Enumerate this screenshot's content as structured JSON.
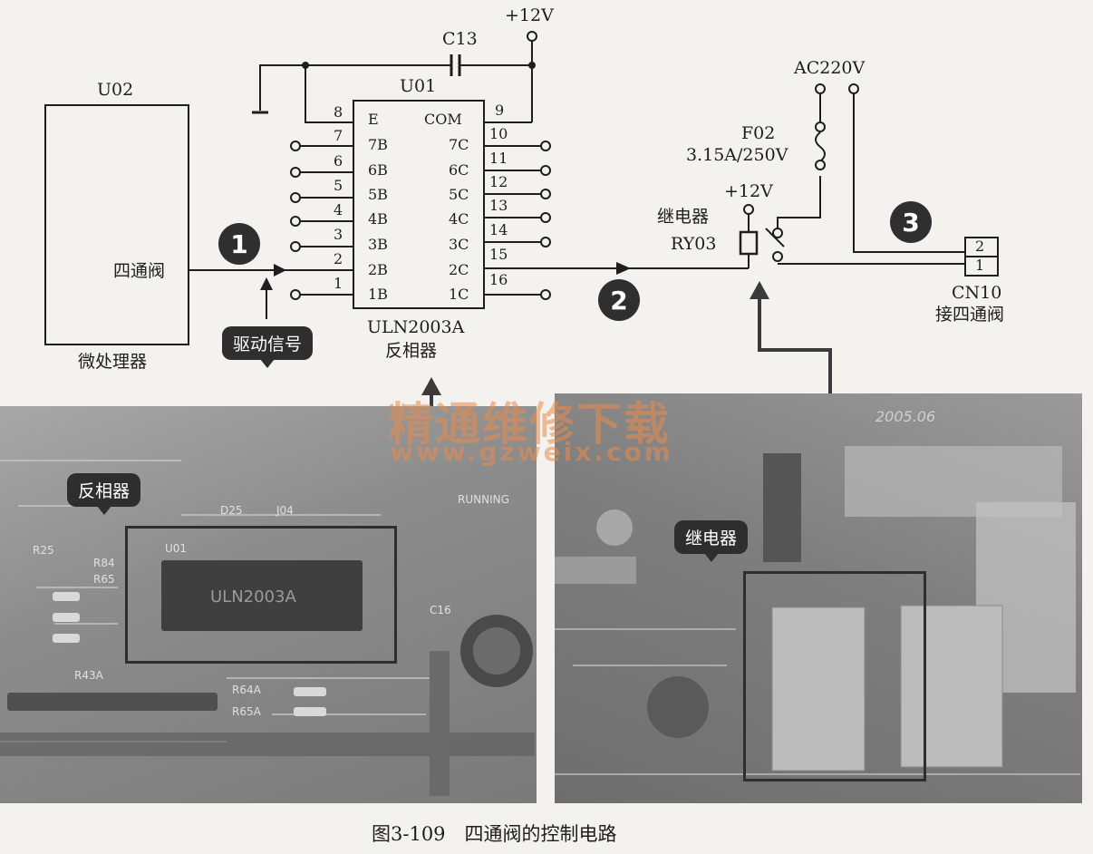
{
  "u02": {
    "name": "U02",
    "signal": "四通阀",
    "caption": "微处理器"
  },
  "u01": {
    "name": "U01",
    "model": "ULN2003A",
    "caption": "反相器",
    "left_pins": [
      {
        "num": "8",
        "label": "E"
      },
      {
        "num": "7",
        "label": "7B"
      },
      {
        "num": "6",
        "label": "6B"
      },
      {
        "num": "5",
        "label": "5B"
      },
      {
        "num": "4",
        "label": "4B"
      },
      {
        "num": "3",
        "label": "3B"
      },
      {
        "num": "2",
        "label": "2B"
      },
      {
        "num": "1",
        "label": "1B"
      }
    ],
    "right_pins": [
      {
        "num": "9",
        "label": "COM"
      },
      {
        "num": "10",
        "label": "7C"
      },
      {
        "num": "11",
        "label": "6C"
      },
      {
        "num": "12",
        "label": "5C"
      },
      {
        "num": "13",
        "label": "4C"
      },
      {
        "num": "14",
        "label": "3C"
      },
      {
        "num": "15",
        "label": "2C"
      },
      {
        "num": "16",
        "label": "1C"
      }
    ]
  },
  "c13": "C13",
  "vcc_top": "+12V",
  "ac": "AC220V",
  "fuse": {
    "name": "F02",
    "rating": "3.15A/250V"
  },
  "relay": {
    "vcc": "+12V",
    "label": "继电器",
    "name": "RY03"
  },
  "cn10": {
    "name": "CN10",
    "pin2": "2",
    "pin1": "1",
    "caption": "接四通阀"
  },
  "steps": [
    "1",
    "2",
    "3"
  ],
  "tags": {
    "drive": "驱动信号",
    "inverter": "反相器",
    "relay": "继电器"
  },
  "photo_labels": {
    "u01": "U01",
    "chip": "ULN2003A",
    "d25": "D25",
    "j04": "J04",
    "r25": "R25",
    "r84": "R84",
    "r65": "R65",
    "c16": "C16",
    "r43a": "R43A",
    "r64a": "R64A",
    "r65a": "R65A",
    "running": "RUNNING",
    "date": "2005.06"
  },
  "watermark": {
    "cn": "精通维修下载",
    "url": "www.gzweix.com"
  },
  "figure_caption": "图3-109　四通阀的控制电路",
  "colors": {
    "ink": "#1e1e1e",
    "tag_bg": "#2e2e2e",
    "watermark": "#e98c4d",
    "pcb": "#8f8f8f"
  }
}
